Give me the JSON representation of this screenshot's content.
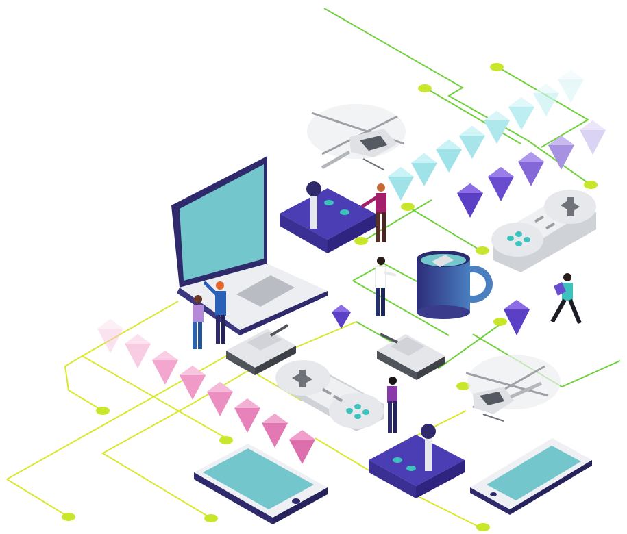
{
  "scene": {
    "description_tags": [
      "gaming",
      "isometric",
      "circuit"
    ],
    "icons": [
      "laptop-icon",
      "tablet-icon",
      "smartphone-icon",
      "gamepad-icon",
      "joystick-icon",
      "tank-icon",
      "helicopter-icon",
      "mug-icon",
      "gem-icon",
      "person-icon"
    ]
  },
  "colors": {
    "background": "#ffffff",
    "wire_green": "#6fd13a",
    "wire_yellow": "#d9e82a",
    "node": "#c8e62a",
    "device_frame": "#eef0f4",
    "device_dark": "#2e2a6b",
    "screen": "#72c6cc",
    "pad_body": "#e6e8ec",
    "pad_dark": "#9a9da3",
    "pad_buttons": "#3ec2bd",
    "joy_base": "#4b3db3",
    "joy_top": "#5a49d0",
    "gem_cyan": "#9fe3e8",
    "gem_violet": "#7a5ad8",
    "gem_pink": "#f3a7cf",
    "mug": "#3a3b8a",
    "tank": "#e5e6ea"
  }
}
